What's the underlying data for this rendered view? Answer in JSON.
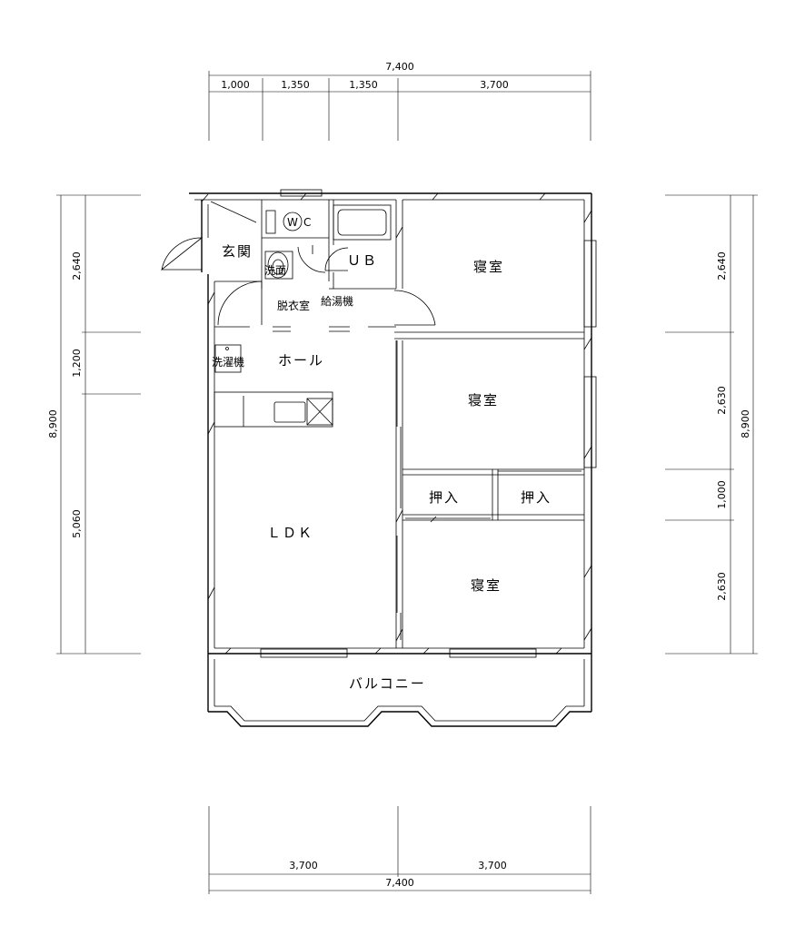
{
  "dimensions": {
    "top_total": "7,400",
    "top_segments": [
      "1,000",
      "1,350",
      "1,350",
      "3,700"
    ],
    "bottom_total": "7,400",
    "bottom_segments": [
      "3,700",
      "3,700"
    ],
    "left_total": "8,900",
    "left_segments": [
      "2,640",
      "1,200",
      "5,060"
    ],
    "right_total": "8,900",
    "right_segments": [
      "2,640",
      "2,630",
      "1,000",
      "2,630"
    ]
  },
  "rooms": {
    "entrance": "玄関",
    "wc": "C",
    "wc_w": "W",
    "bath": "ＵＢ",
    "washbasin": "洗面",
    "dressing": "脱衣室",
    "water_heater": "給湯機",
    "washer": "洗濯機",
    "hall": "ホール",
    "ldk": "ＬＤＫ",
    "bedroom_1": "寝室",
    "bedroom_2": "寝室",
    "bedroom_3": "寝室",
    "closet_1": "押入",
    "closet_2": "押入",
    "balcony": "バルコニー"
  }
}
